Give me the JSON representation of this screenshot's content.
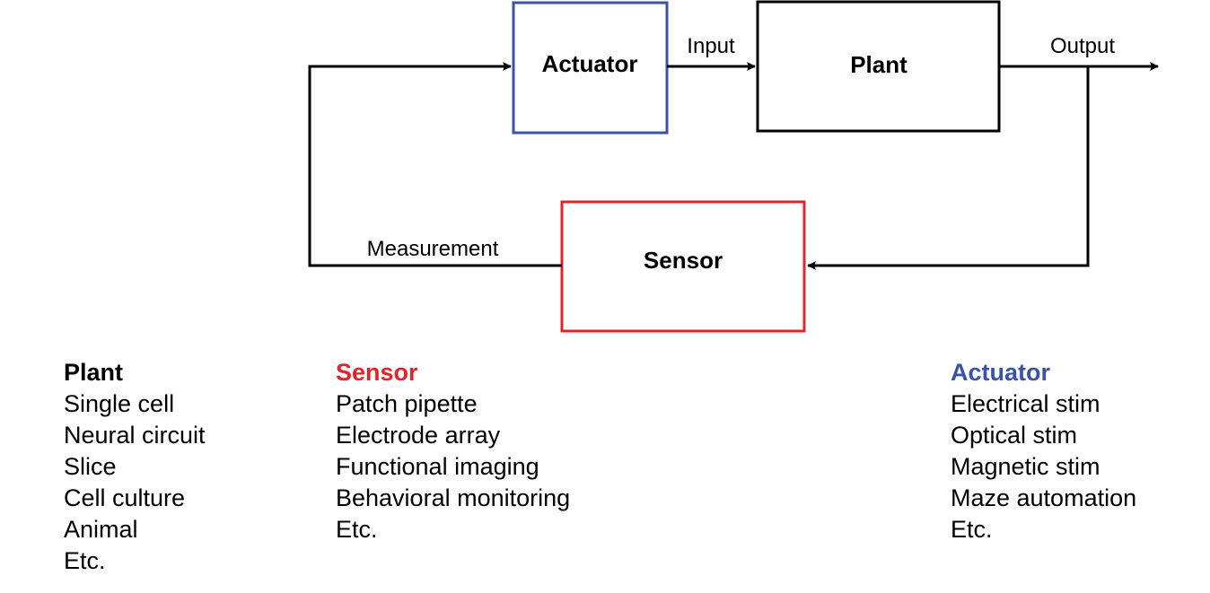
{
  "nodes": {
    "actuator": "Actuator",
    "plant": "Plant",
    "sensor": "Sensor"
  },
  "edges": {
    "input": "Input",
    "output": "Output",
    "measurement": "Measurement"
  },
  "colors": {
    "actuator": "#3a53a4",
    "sensor": "#e0242c",
    "plant": "#000000"
  },
  "lists": {
    "plant": {
      "title": "Plant",
      "items": [
        "Single cell",
        "Neural circuit",
        "Slice",
        "Cell culture",
        "Animal",
        "Etc."
      ]
    },
    "sensor": {
      "title": "Sensor",
      "items": [
        "Patch pipette",
        "Electrode array",
        "Functional imaging",
        "Behavioral monitoring",
        "Etc."
      ]
    },
    "actuator": {
      "title": "Actuator",
      "items": [
        "Electrical stim",
        "Optical stim",
        "Magnetic stim",
        "Maze automation",
        "Etc."
      ]
    }
  }
}
